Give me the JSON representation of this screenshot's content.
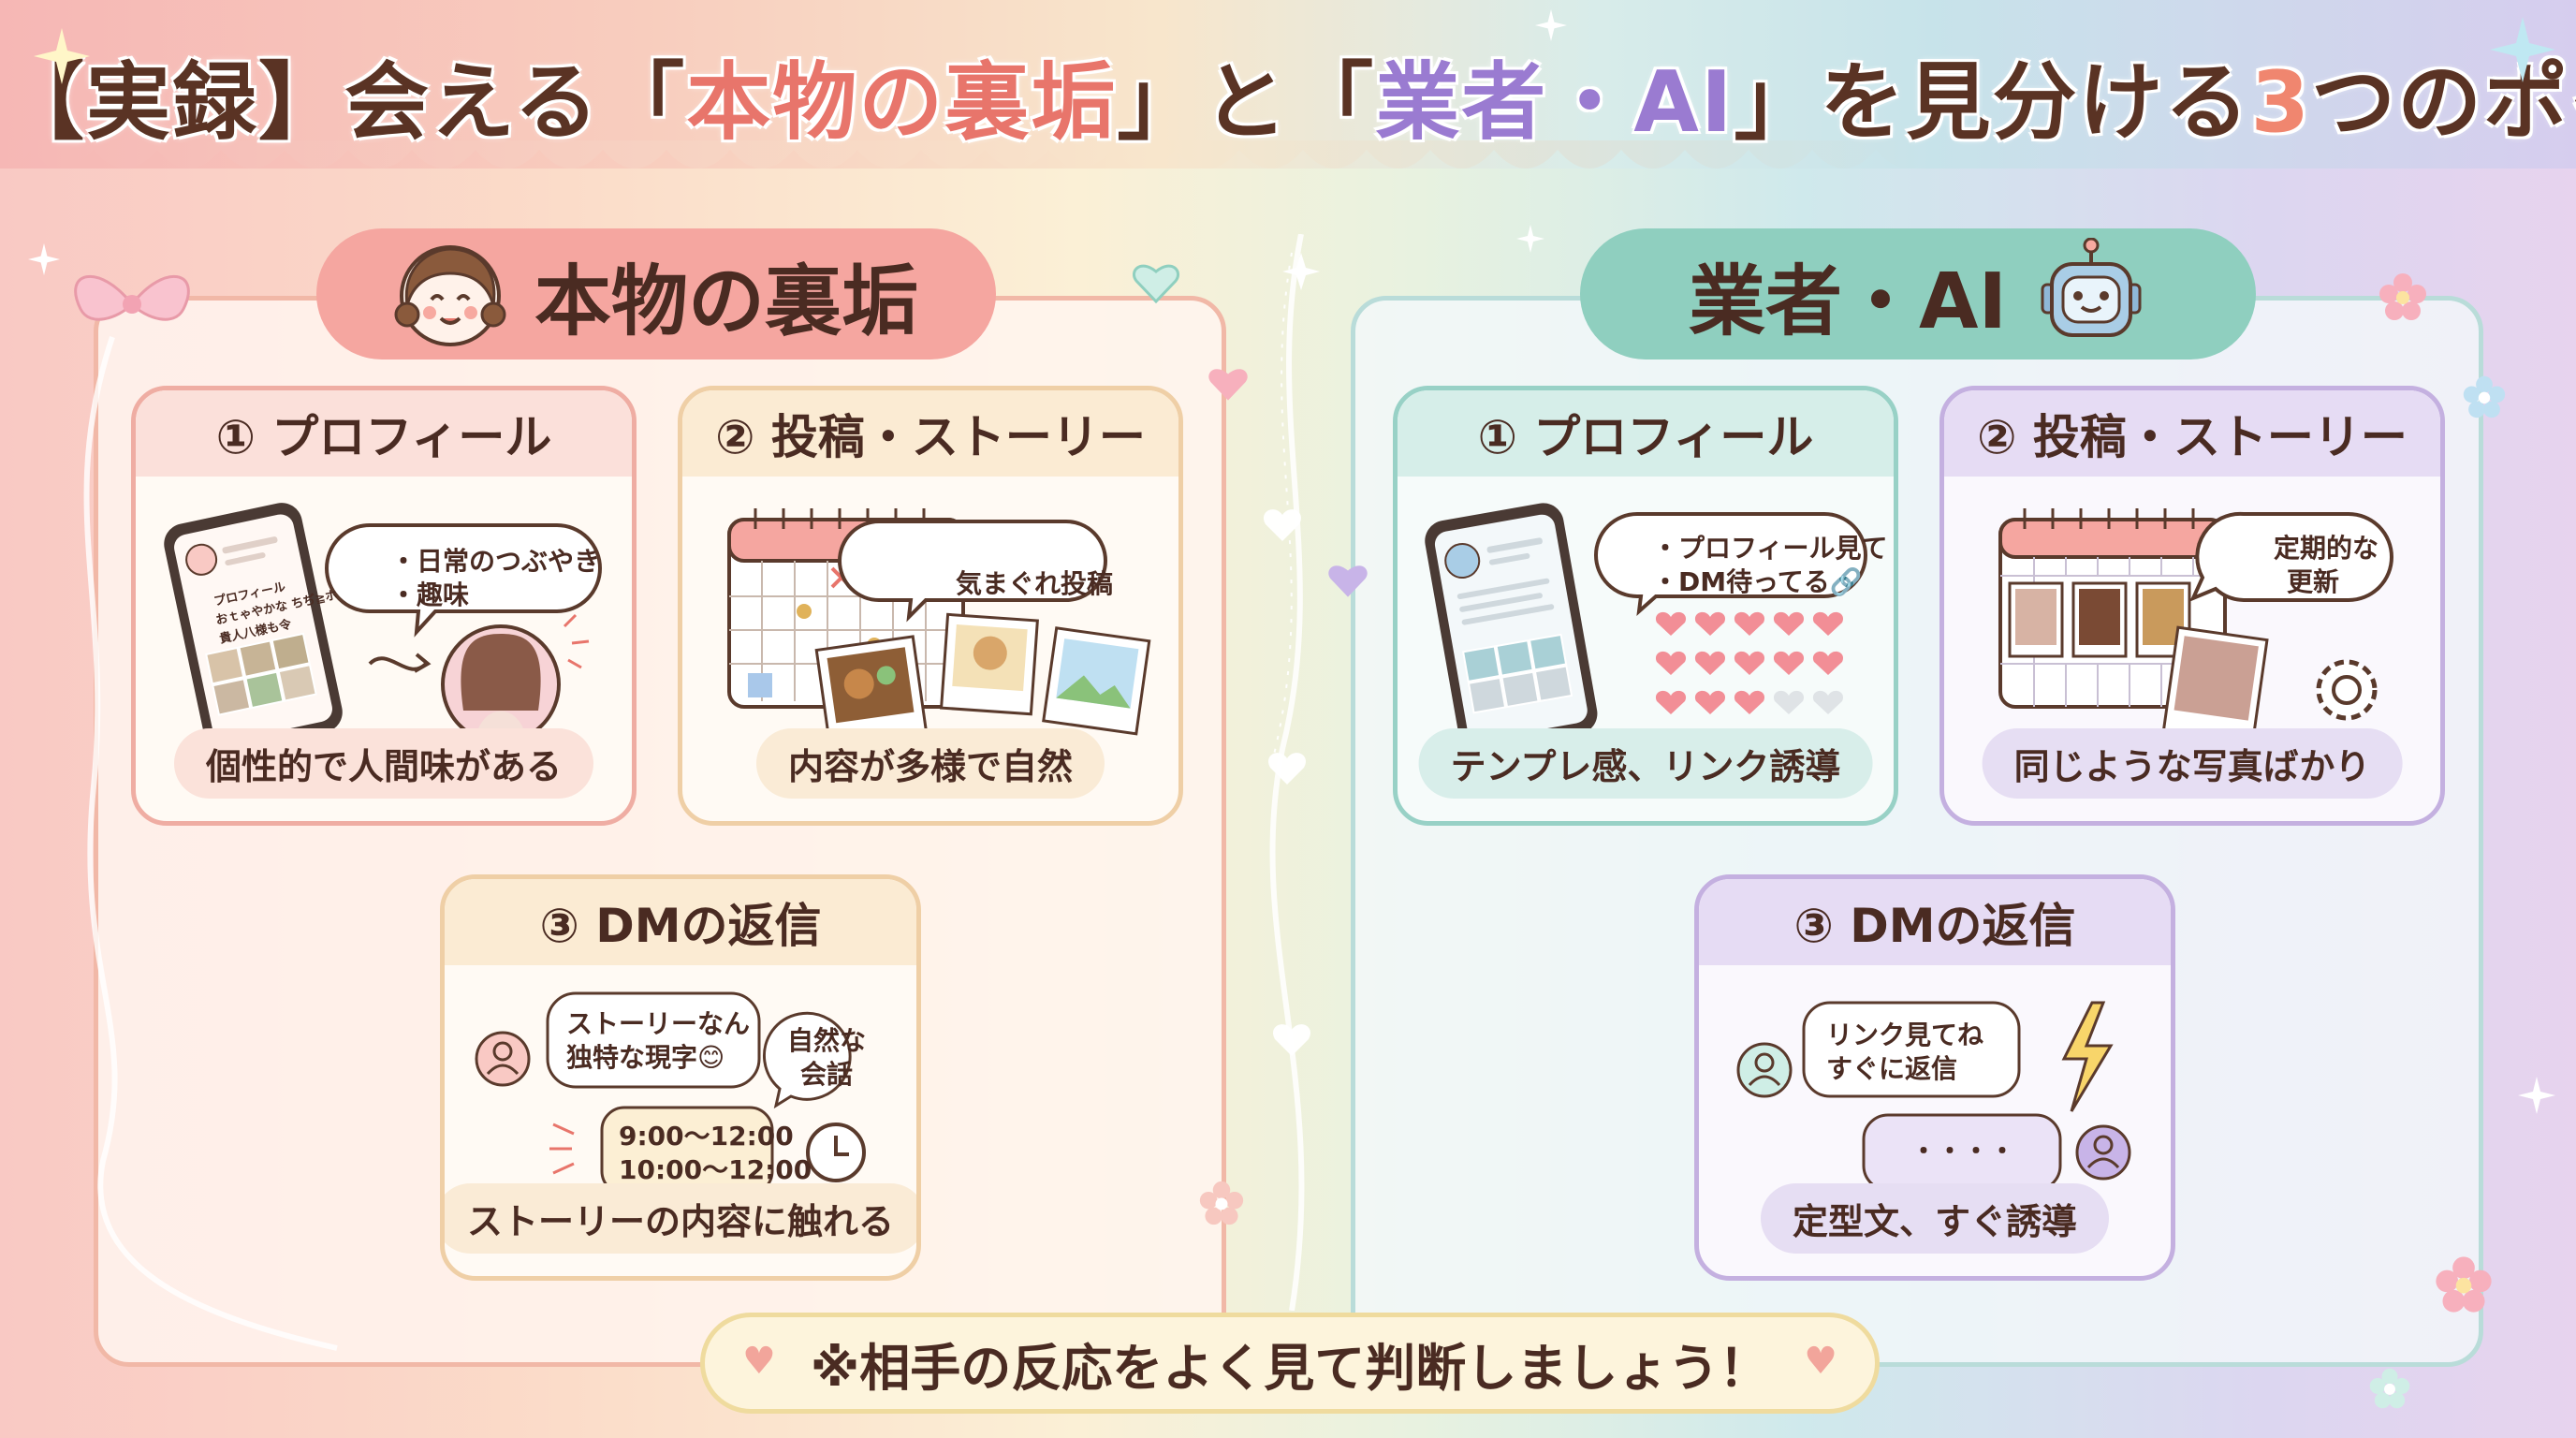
{
  "title": {
    "part1": "【実録】会える「",
    "genuine": "本物の裏垢",
    "part2": "」と「",
    "fake": "業者・AI",
    "part3": "」を見分ける",
    "number": "3",
    "part4": "つのポイント"
  },
  "left_panel": {
    "header": "本物の裏垢",
    "icon": "girl-avatar-icon",
    "cards": [
      {
        "heading": "① プロフィール",
        "bubble": [
          "・日常のつぶやき",
          "・趣味"
        ],
        "phone_lines": [
          "プロフィール",
          "おｔゃやかな ちぢ≧ホ",
          "貴人八様も令"
        ],
        "caption": "個性的で人間味がある"
      },
      {
        "heading": "② 投稿・ストーリー",
        "bubble": [
          "気まぐれ投稿"
        ],
        "caption": "内容が多様で自然"
      },
      {
        "heading": "③ DMの返信",
        "bubble1": [
          "ストーリーなん",
          "独特な現字😊"
        ],
        "bubble2": [
          "自然な",
          "会話"
        ],
        "times": [
          "9:00〜12:00",
          "10:00〜12:00"
        ],
        "caption": "ストーリーの内容に触れる"
      }
    ]
  },
  "right_panel": {
    "header": "業者・AI",
    "icon": "robot-icon",
    "cards": [
      {
        "heading": "① プロフィール",
        "bubble": [
          "・プロフィール見て",
          "・DM待ってる🔗"
        ],
        "hearts_filled": 13,
        "hearts_total": 15,
        "caption": "テンプレ感、リンク誘導"
      },
      {
        "heading": "② 投稿・ストーリー",
        "bubble": [
          "定期的な",
          "更新"
        ],
        "caption": "同じような写真ばかり"
      },
      {
        "heading": "③ DMの返信",
        "bubble1": [
          "リンク見てね",
          "すぐに返信"
        ],
        "bubble2": [
          "・・・・"
        ],
        "caption": "定型文、すぐ誘導"
      }
    ]
  },
  "note": "※相手の反応をよく見て判断しましょう！",
  "colors": {
    "genuine_accent": "#e8756b",
    "fake_accent": "#9a7bd1",
    "number_accent": "#f0866f"
  }
}
